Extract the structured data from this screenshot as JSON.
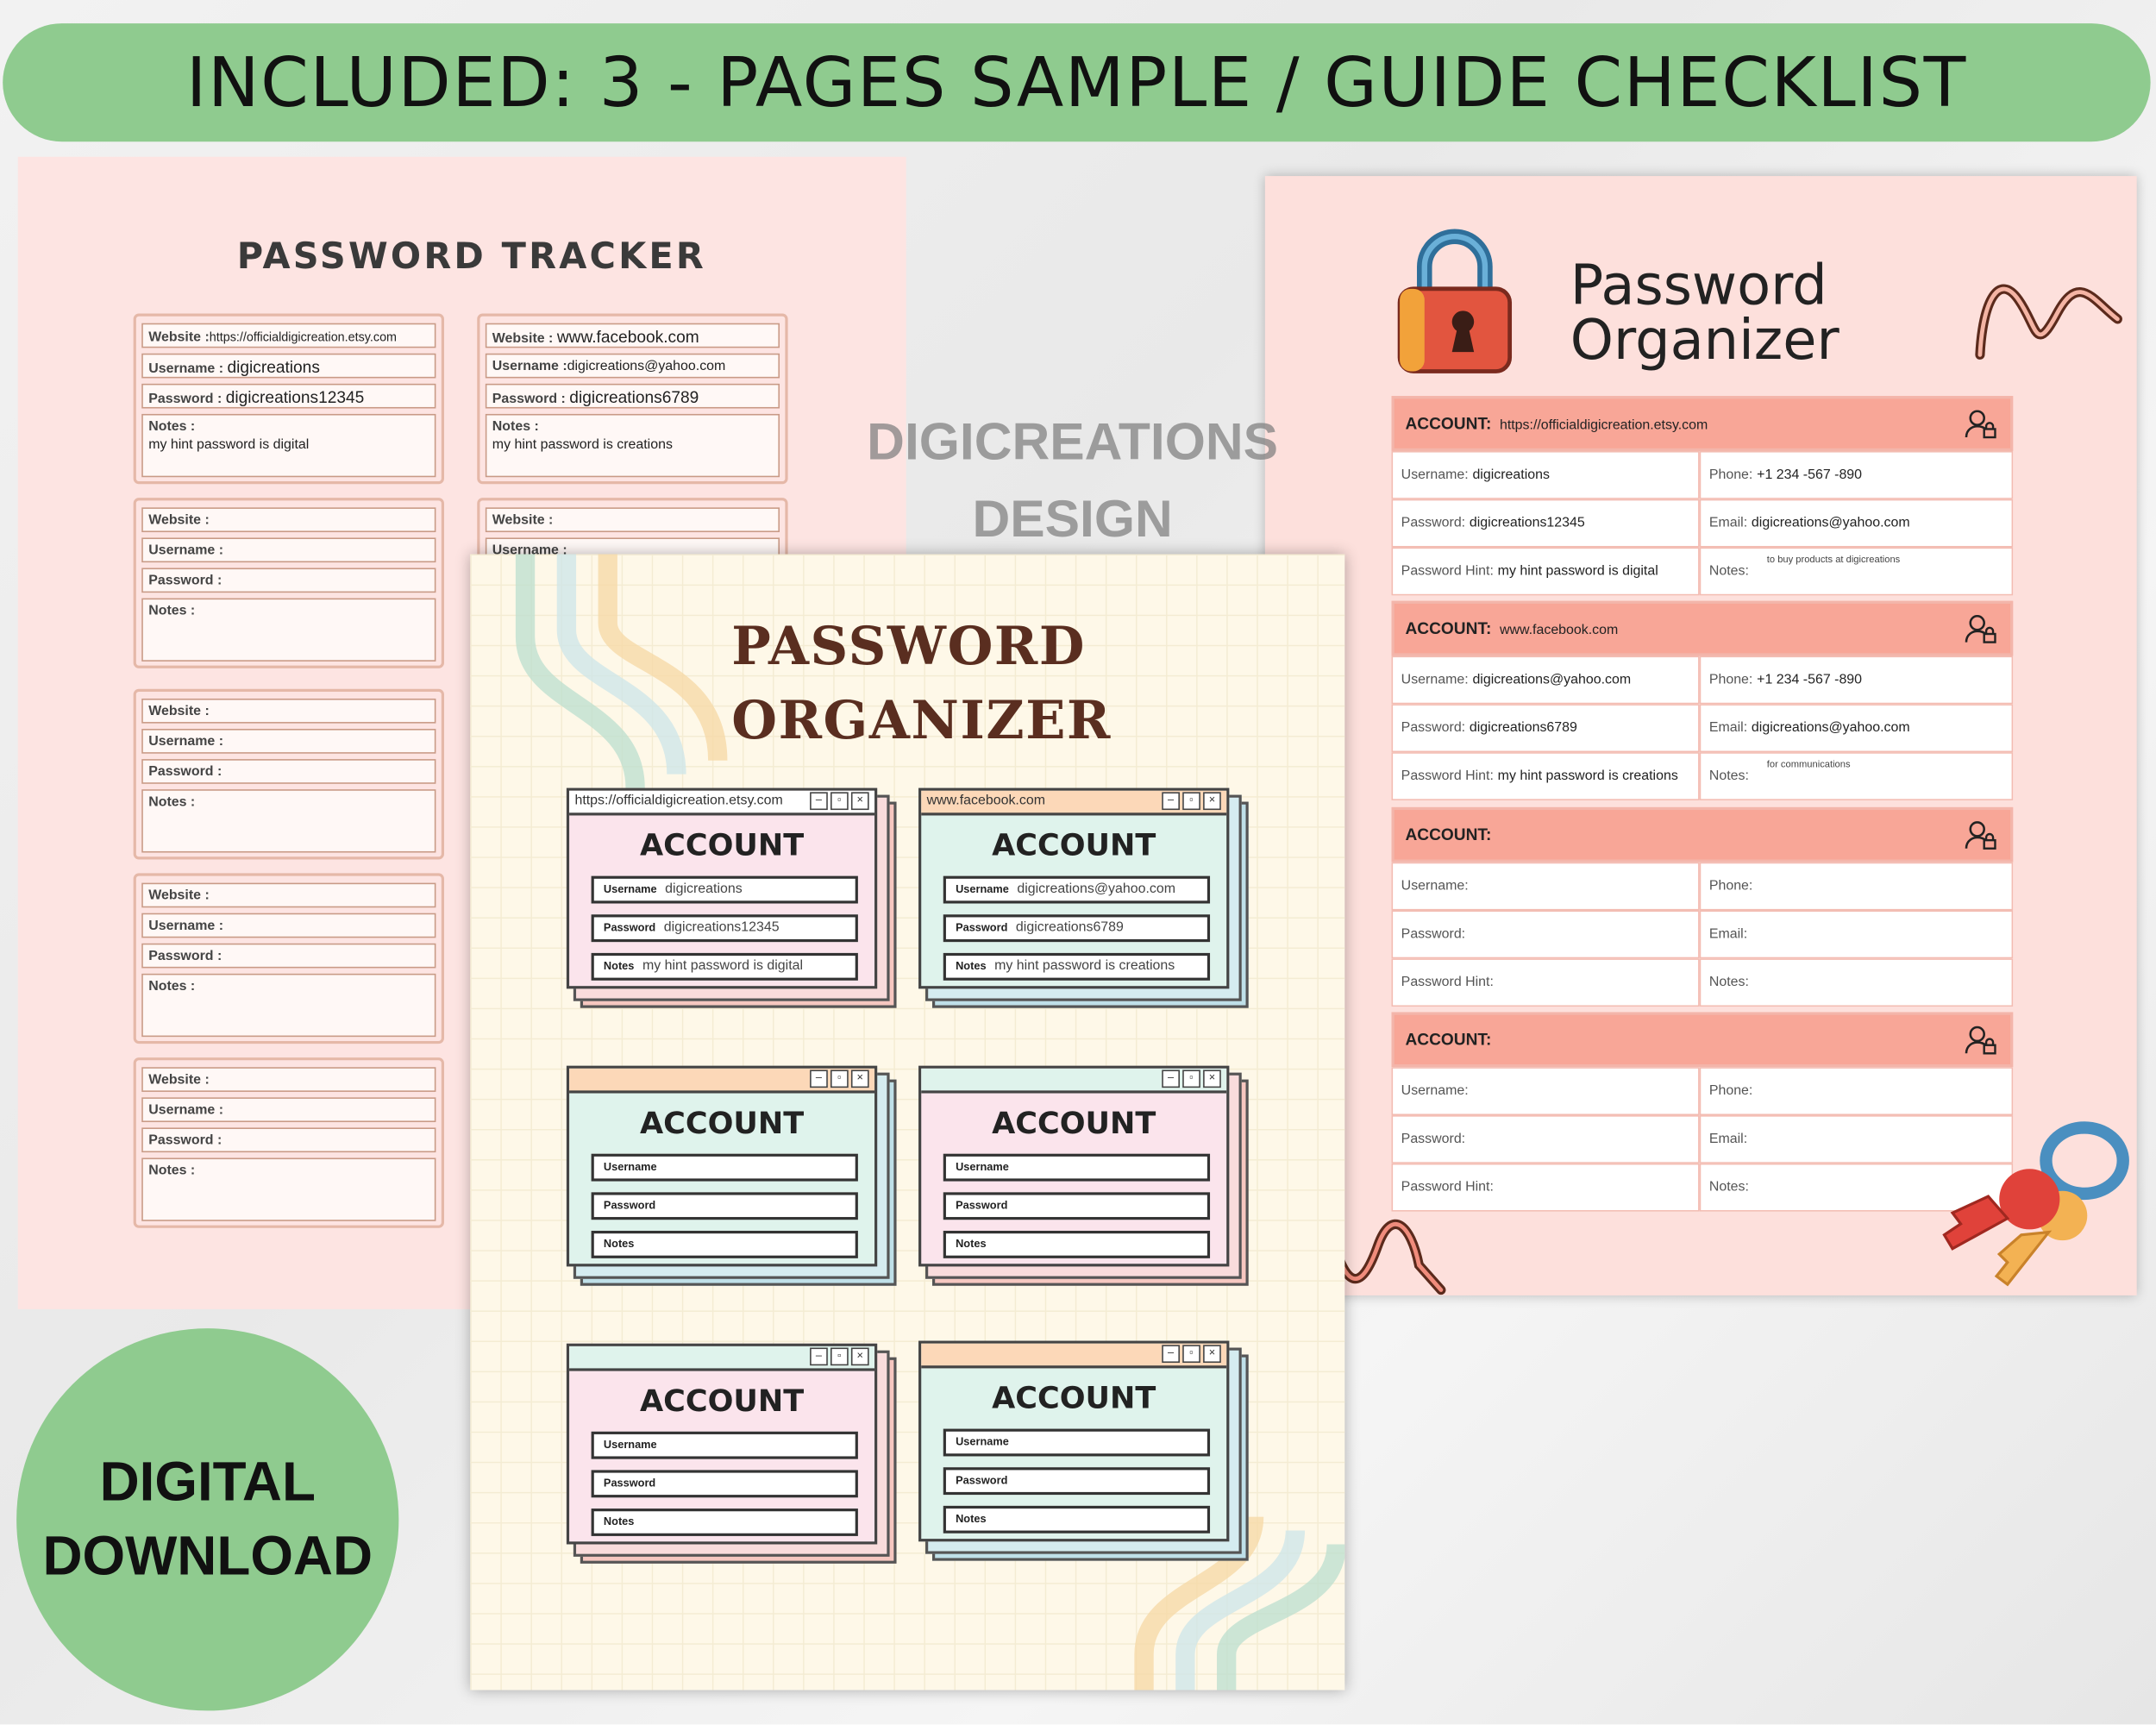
{
  "banner": {
    "text": "INCLUDED: 3 - PAGES SAMPLE / GUIDE CHECKLIST"
  },
  "watermark": {
    "line1": "DIGICREATIONS",
    "line2": "DESIGN"
  },
  "badge": {
    "line1": "DIGITAL",
    "line2": "DOWNLOAD"
  },
  "tracker": {
    "title": "PASSWORD TRACKER",
    "labels": {
      "website": "Website :",
      "username": "Username :",
      "password": "Password :",
      "notes": "Notes :"
    },
    "entries": [
      {
        "website": "https://officialdigicreation.etsy.com",
        "username": "digicreations",
        "password": "digicreations12345",
        "notes": "my hint password is digital"
      },
      {
        "website": "www.facebook.com",
        "username": "digicreations@yahoo.com",
        "password": "digicreations6789",
        "notes": "my hint password is creations"
      }
    ]
  },
  "organizer_a": {
    "title_line1": "PASSWORD",
    "title_line2": "ORGANIZER",
    "account_label": "ACCOUNT",
    "field_labels": {
      "username": "Username",
      "password": "Password",
      "notes": "Notes"
    },
    "cards": [
      {
        "url": "https://officialdigicreation.etsy.com",
        "username": "digicreations",
        "password": "digicreations12345",
        "notes": "my hint password is digital"
      },
      {
        "url": "www.facebook.com",
        "username": "digicreations@yahoo.com",
        "password": "digicreations6789",
        "notes": "my hint password is creations"
      }
    ]
  },
  "organizer_b": {
    "title_line1": "Password",
    "title_line2": "Organizer",
    "labels": {
      "account": "ACCOUNT:",
      "username": "Username:",
      "password": "Password:",
      "hint": "Password Hint:",
      "phone": "Phone:",
      "email": "Email:",
      "notes": "Notes:"
    },
    "accounts": [
      {
        "url": "https://officialdigicreation.etsy.com",
        "username": "digicreations",
        "password": "digicreations12345",
        "hint": "my hint password is digital",
        "phone": "+1 234 -567 -890",
        "email": "digicreations@yahoo.com",
        "notes": "to buy products at digicreations"
      },
      {
        "url": "www.facebook.com",
        "username": "digicreations@yahoo.com",
        "password": "digicreations6789",
        "hint": "my hint password is creations",
        "phone": "+1 234 -567 -890",
        "email": "digicreations@yahoo.com",
        "notes": "for communications"
      }
    ]
  },
  "colors": {
    "banner": "#8fcb8f",
    "tracker_bg": "#fde4e2",
    "organizer_bg": "#fef8e8",
    "account_header": "#f8a697"
  }
}
